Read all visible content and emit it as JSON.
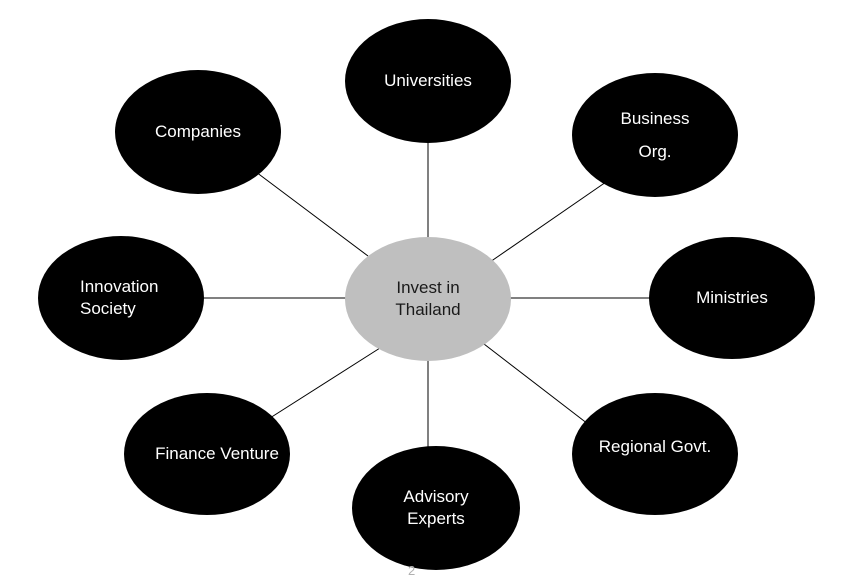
{
  "diagram": {
    "center": {
      "lines": [
        "Invest in",
        "Thailand"
      ]
    },
    "nodes": {
      "universities": [
        "Universities"
      ],
      "business": [
        "Business",
        "Org."
      ],
      "ministries": [
        "Ministries"
      ],
      "regional": [
        "Regional Govt."
      ],
      "advisory": [
        "Advisory",
        "Experts"
      ],
      "finance": [
        "Finance Venture"
      ],
      "innovation": [
        "Innovation",
        "Society"
      ],
      "companies": [
        "Companies"
      ]
    },
    "colors": {
      "node_fill": "#000000",
      "node_text": "#ffffff",
      "center_fill": "#bfbfbf",
      "connector": "#000000"
    }
  },
  "footer": {
    "page_number": "2"
  }
}
